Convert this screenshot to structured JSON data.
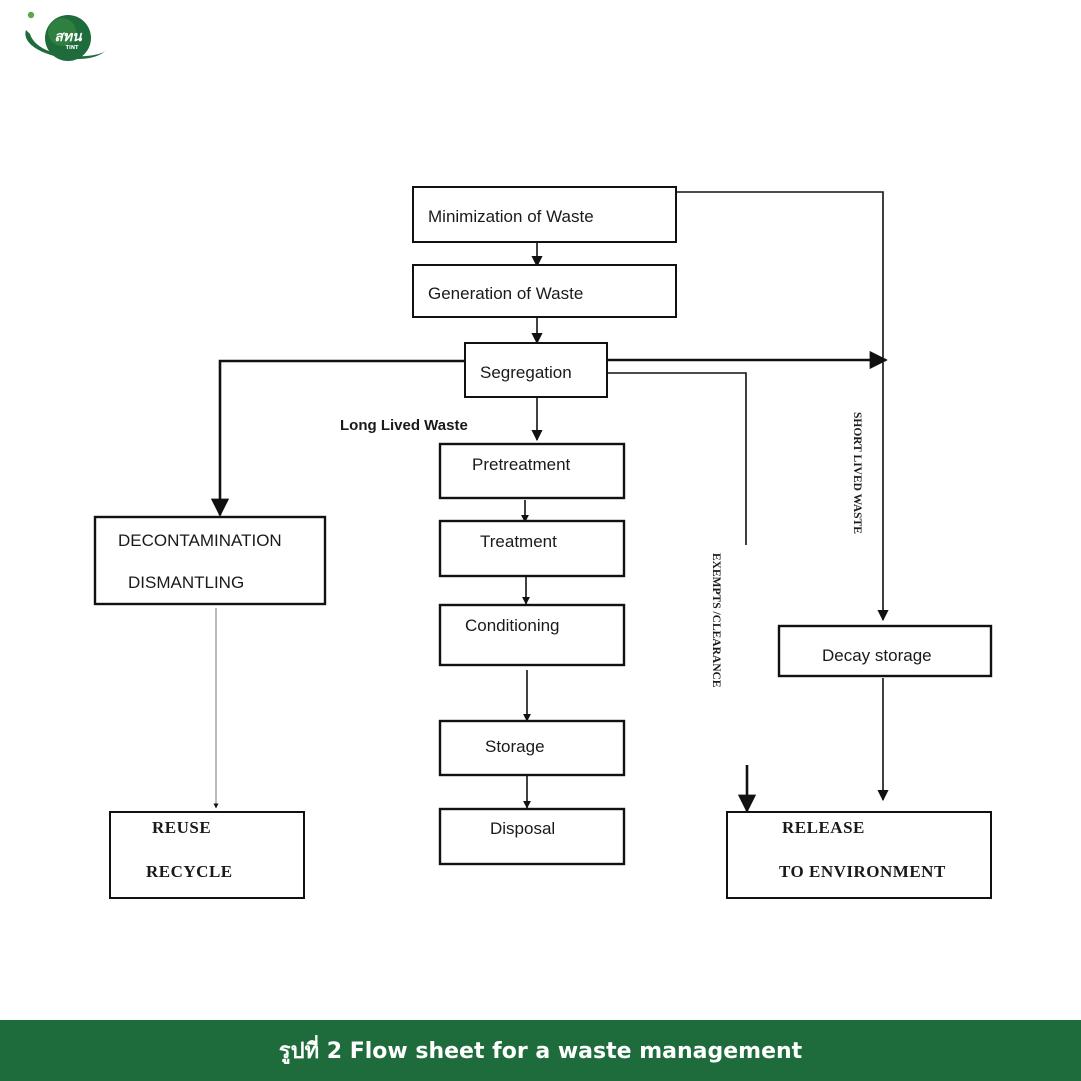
{
  "brand": {
    "logo_text": "สทน",
    "logo_subtext": "TINT",
    "colors": {
      "green": "#1e6c3b",
      "logo_dark": "#0f4d24",
      "logo_light": "#5fa84a"
    }
  },
  "diagram": {
    "boxes": {
      "minimization": "Minimization of Waste",
      "generation": "Generation of Waste",
      "segregation": "Segregation",
      "pretreatment": "Pretreatment",
      "treatment": "Treatment",
      "conditioning": "Conditioning",
      "storage": "Storage",
      "disposal": "Disposal",
      "decontamination_1": "DECONTAMINATION",
      "decontamination_2": "DISMANTLING",
      "reuse_1": "REUSE",
      "reuse_2": "RECYCLE",
      "decay_storage": "Decay storage",
      "release_1": "RELEASE",
      "release_2": "TO ENVIRONMENT"
    },
    "labels": {
      "long_lived": "Long Lived Waste",
      "short_lived": "SHORT LIVED WASTE",
      "exempts": "EXEMPTS /CLEARANCE"
    }
  },
  "footer": {
    "caption": "รูปที่ 2 Flow sheet for a waste management"
  }
}
